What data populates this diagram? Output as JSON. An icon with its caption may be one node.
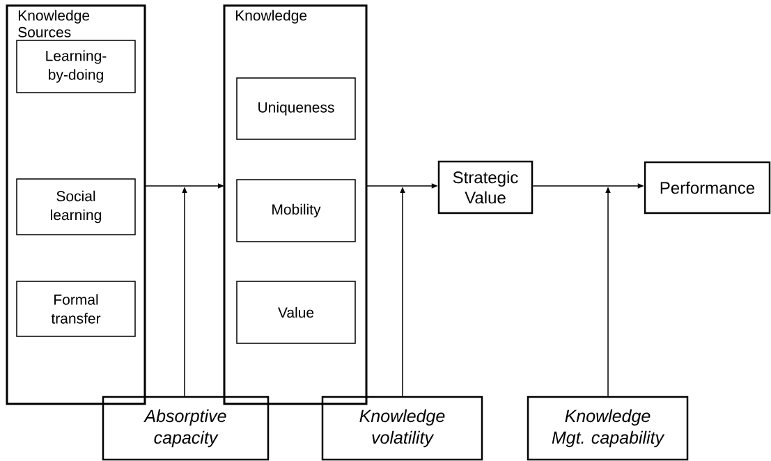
{
  "diagram": {
    "nodes": [
      {
        "text": [
          "Knowledge Sources"
        ]
      },
      {
        "text": [
          "Learning-by-doing"
        ],
        "in": 0
      },
      {
        "text": [
          "Social learning"
        ],
        "in": 0
      },
      {
        "text": [
          "Formal transfer"
        ],
        "in": 0
      },
      {
        "text": [
          "Knowledge"
        ]
      },
      {
        "text": [
          "Uniqueness"
        ],
        "in": 4
      },
      {
        "text": [
          "Mobility"
        ],
        "in": 4
      },
      {
        "text": [
          "Value"
        ],
        "in": 4
      },
      {
        "text": [
          "Strategic Value"
        ]
      },
      {
        "text": [
          "Performance"
        ]
      },
      {
        "text": [
          "Absorptive capacity"
        ]
      },
      {
        "text": [
          "Knowledge volatility"
        ]
      },
      {
        "text": [
          "Knowledge Mgt. capability"
        ]
      }
    ],
    "edges": [
      {
        "from": 0,
        "to": 4,
        "arrow": "to"
      },
      {
        "from": 10,
        "to": null,
        "arrow": "to"
      },
      {
        "from": 4,
        "to": 8,
        "arrow": "to"
      },
      {
        "from": 11,
        "to": null,
        "arrow": "to"
      },
      {
        "from": 8,
        "to": 9,
        "arrow": "to"
      },
      {
        "from": 12,
        "to": null,
        "arrow": "to"
      }
    ]
  }
}
